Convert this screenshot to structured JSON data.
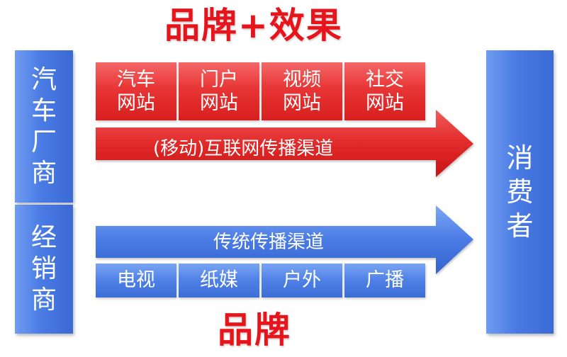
{
  "headline_top": "品牌+效果",
  "headline_bottom": "品牌",
  "left_panel": {
    "top_chars": [
      "汽",
      "车",
      "厂",
      "商"
    ],
    "bottom_chars": [
      "经",
      "销",
      "商"
    ]
  },
  "right_panel": {
    "chars": [
      "消",
      "费",
      "者"
    ]
  },
  "internet_sites": [
    {
      "line1": "汽车",
      "line2": "网站"
    },
    {
      "line1": "门户",
      "line2": "网站"
    },
    {
      "line1": "视频",
      "line2": "网站"
    },
    {
      "line1": "社交",
      "line2": "网站"
    }
  ],
  "internet_channel_label": "(移动)互联网传播渠道",
  "traditional_channel_label": "传统传播渠道",
  "traditional_media": [
    "电视",
    "纸媒",
    "户外",
    "广播"
  ],
  "colors": {
    "headline_red": "#e8141b",
    "red_arrow": "#e02222",
    "blue_arrow": "#3f72dd",
    "panel_blue": "#4a7be4"
  }
}
